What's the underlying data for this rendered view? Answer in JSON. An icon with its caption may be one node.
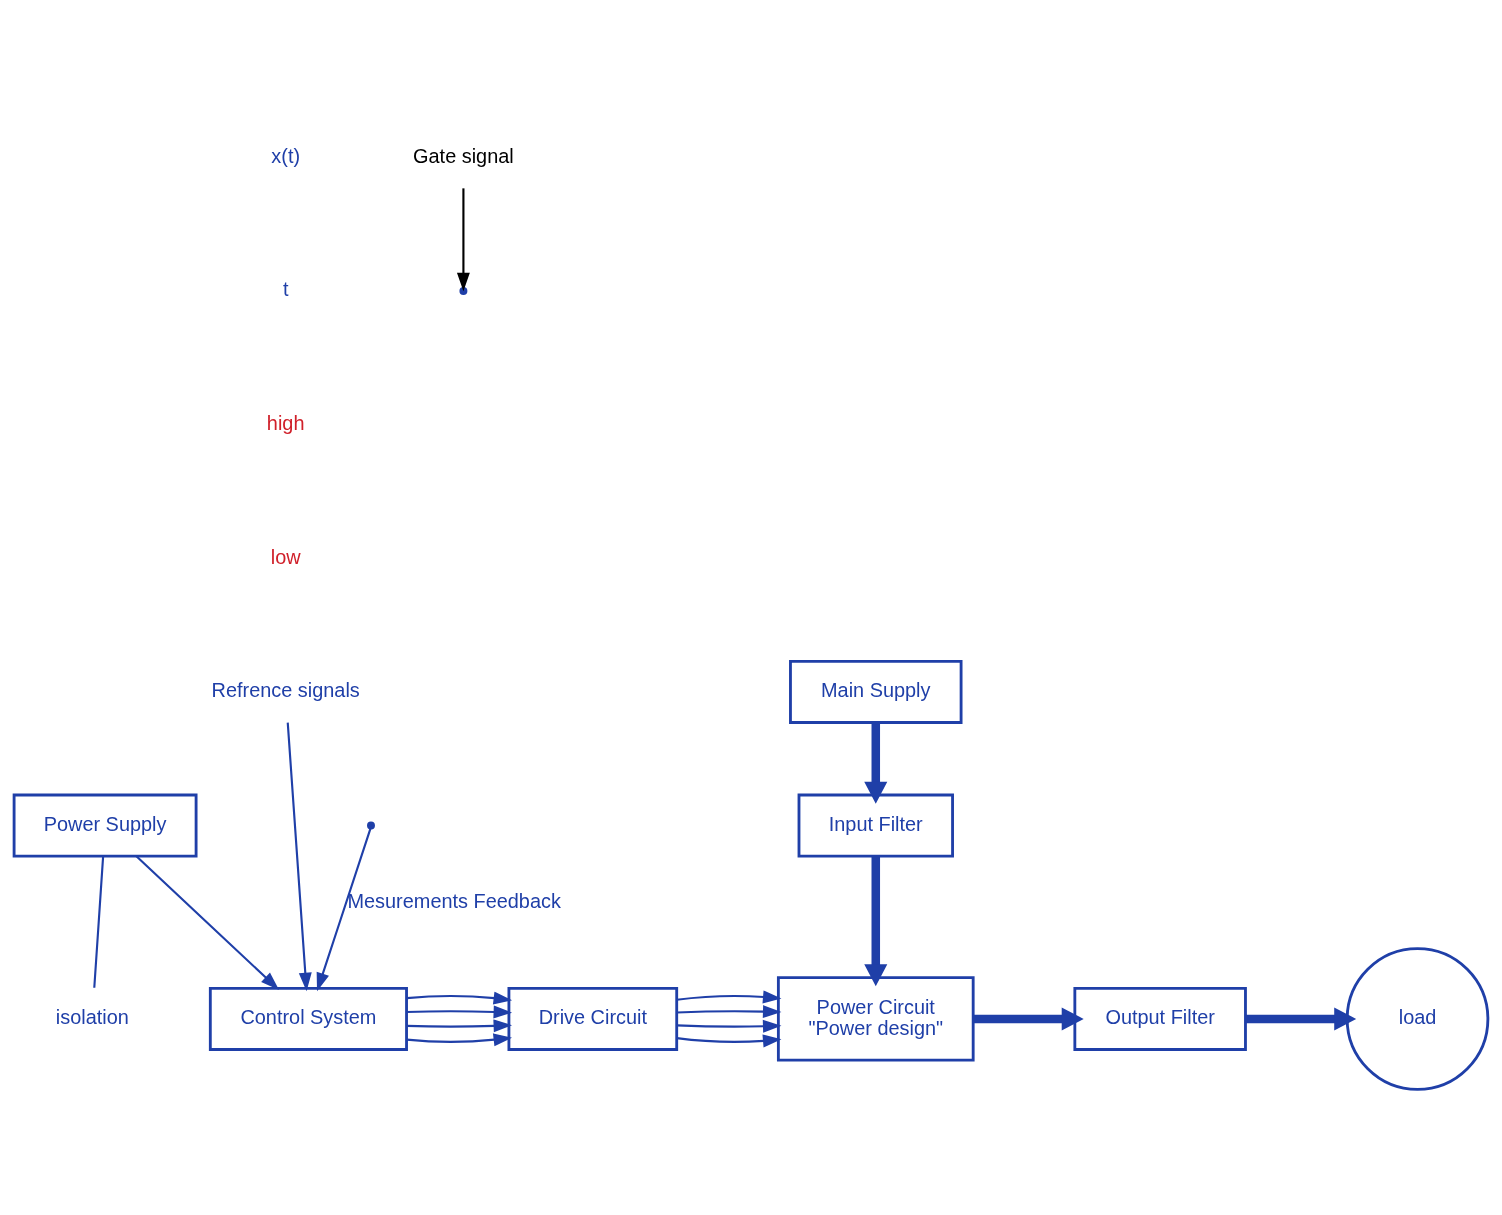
{
  "diagram": {
    "nodes": [
      {
        "text": [
          "Main Supply"
        ]
      },
      {
        "text": [
          "Input Filter"
        ]
      },
      {
        "text": [
          "Control System"
        ]
      },
      {
        "text": [
          "Drive Circuit"
        ]
      },
      {
        "text": [
          "Power Circuit",
          "\"Power design\""
        ]
      },
      {
        "text": [
          "Output Filter"
        ]
      },
      {
        "text": [
          "load"
        ]
      },
      {
        "text": [
          "Power Supply"
        ]
      },
      {
        "text": [
          "Refrence signals"
        ]
      },
      {
        "text": [
          "Gate signal"
        ]
      },
      {
        "text": [
          "isolation"
        ]
      }
    ],
    "edges": [
      {
        "from": 0,
        "to": 1,
        "arrow": "to",
        "style": "thick"
      },
      {
        "from": 1,
        "to": 4,
        "arrow": "to",
        "style": "thick"
      },
      {
        "from": 2,
        "to": 3,
        "arrow": "to"
      },
      {
        "from": 2,
        "to": 3,
        "arrow": "to"
      },
      {
        "from": 2,
        "to": 3,
        "arrow": "to"
      },
      {
        "from": 2,
        "to": 3,
        "arrow": "to"
      },
      {
        "from": 3,
        "to": 4,
        "arrow": "to"
      },
      {
        "from": 3,
        "to": 4,
        "arrow": "to"
      },
      {
        "from": 3,
        "to": 4,
        "arrow": "to"
      },
      {
        "from": 3,
        "to": 4,
        "arrow": "to"
      },
      {
        "from": 4,
        "to": 5,
        "arrow": "to",
        "style": "thick"
      },
      {
        "from": 5,
        "to": 6,
        "arrow": "to",
        "style": "thick"
      },
      {
        "from": 8,
        "to": 2,
        "arrow": "to"
      },
      {
        "from": null,
        "to": 2,
        "arrow": "to",
        "label": "Mesurements Feedback"
      },
      {
        "from": 7,
        "to": 2,
        "arrow": "to"
      },
      {
        "from": 7,
        "to": 10,
        "arrow": "none"
      },
      {
        "from": 9,
        "to": null,
        "arrow": "to",
        "color": "#000000"
      }
    ],
    "labels": [
      "x(t)",
      "t",
      "high",
      "low"
    ]
  }
}
